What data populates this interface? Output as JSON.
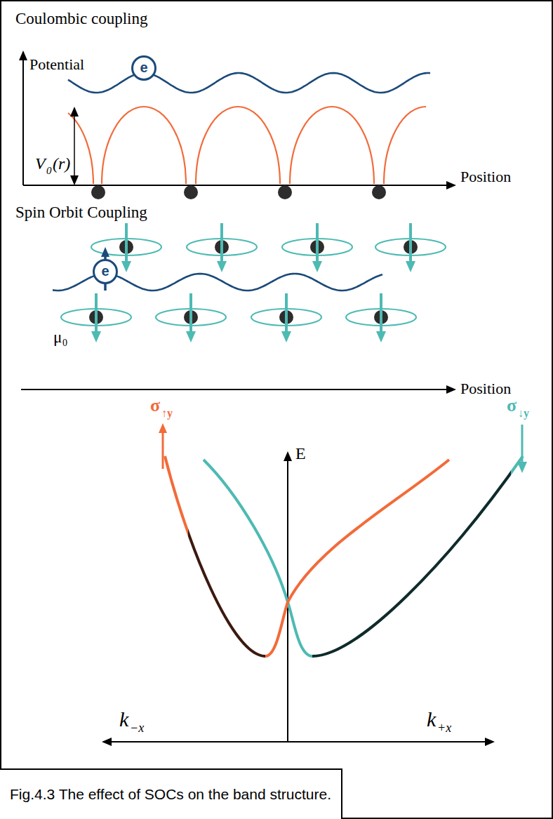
{
  "diagram": {
    "caption": "Fig.4.3 The effect of SOCs on the band structure.",
    "nodes": [
      {
        "text": [
          "e"
        ]
      },
      {
        "text": [
          "e"
        ]
      }
    ],
    "labels": [
      "Coulombic coupling",
      "Potential",
      "V",
      "0",
      "(r)",
      "Position",
      "Spin Orbit Coupling",
      "μ",
      "0",
      "Position",
      "σ",
      "↑y",
      "E",
      "σ",
      "↓y",
      "k",
      "−x",
      "k",
      "+x"
    ]
  }
}
